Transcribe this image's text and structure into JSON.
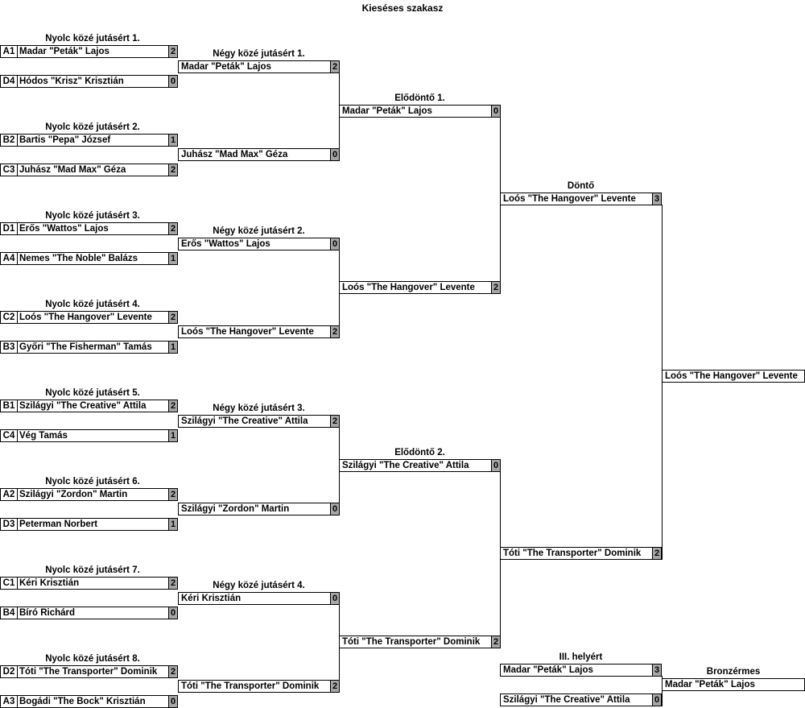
{
  "title": "Kieséses szakasz",
  "rounds": {
    "r16": [
      {
        "title": "Nyolc közé jutásért 1.",
        "a": {
          "seed": "A1",
          "name": "Madar \"Peták\" Lajos",
          "score": "2"
        },
        "b": {
          "seed": "D4",
          "name": "Hódos \"Krisz\" Krisztián",
          "score": "0"
        }
      },
      {
        "title": "Nyolc közé jutásért 2.",
        "a": {
          "seed": "B2",
          "name": "Bartis \"Pepa\" József",
          "score": "1"
        },
        "b": {
          "seed": "C3",
          "name": "Juhász \"Mad Max\" Géza",
          "score": "2"
        }
      },
      {
        "title": "Nyolc közé jutásért 3.",
        "a": {
          "seed": "D1",
          "name": "Erős \"Wattos\" Lajos",
          "score": "2"
        },
        "b": {
          "seed": "A4",
          "name": "Nemes \"The Noble\" Balázs",
          "score": "1"
        }
      },
      {
        "title": "Nyolc közé jutásért 4.",
        "a": {
          "seed": "C2",
          "name": "Loós \"The Hangover\" Levente",
          "score": "2"
        },
        "b": {
          "seed": "B3",
          "name": "Győri \"The Fisherman\" Tamás",
          "score": "1"
        }
      },
      {
        "title": "Nyolc közé jutásért 5.",
        "a": {
          "seed": "B1",
          "name": "Szilágyi \"The Creative\" Attila",
          "score": "2"
        },
        "b": {
          "seed": "C4",
          "name": "Vég Tamás",
          "score": "1"
        }
      },
      {
        "title": "Nyolc közé jutásért 6.",
        "a": {
          "seed": "A2",
          "name": "Szilágyi \"Zordon\" Martin",
          "score": "2"
        },
        "b": {
          "seed": "D3",
          "name": "Peterman Norbert",
          "score": "1"
        }
      },
      {
        "title": "Nyolc közé jutásért 7.",
        "a": {
          "seed": "C1",
          "name": "Kéri Krisztián",
          "score": "2"
        },
        "b": {
          "seed": "B4",
          "name": "Bíró Richárd",
          "score": "0"
        }
      },
      {
        "title": "Nyolc közé jutásért 8.",
        "a": {
          "seed": "D2",
          "name": "Tóti \"The Transporter\" Dominik",
          "score": "2"
        },
        "b": {
          "seed": "A3",
          "name": "Bogádi \"The Bock\" Krisztián",
          "score": "0"
        }
      }
    ],
    "qf": [
      {
        "title": "Négy közé jutásért 1.",
        "a": {
          "name": "Madar \"Peták\" Lajos",
          "score": "2"
        },
        "b": {
          "name": "Juhász \"Mad Max\" Géza",
          "score": "0"
        }
      },
      {
        "title": "Négy közé jutásért 2.",
        "a": {
          "name": "Erős \"Wattos\" Lajos",
          "score": "0"
        },
        "b": {
          "name": "Loós \"The Hangover\" Levente",
          "score": "2"
        }
      },
      {
        "title": "Négy közé jutásért 3.",
        "a": {
          "name": "Szilágyi \"The Creative\" Attila",
          "score": "2"
        },
        "b": {
          "name": "Szilágyi \"Zordon\" Martin",
          "score": "0"
        }
      },
      {
        "title": "Négy közé jutásért 4.",
        "a": {
          "name": "Kéri Krisztián",
          "score": "0"
        },
        "b": {
          "name": "Tóti \"The Transporter\" Dominik",
          "score": "2"
        }
      }
    ],
    "sf": [
      {
        "title": "Elődöntő 1.",
        "a": {
          "name": "Madar \"Peták\" Lajos",
          "score": "0"
        },
        "b": {
          "name": "Loós \"The Hangover\" Levente",
          "score": "2"
        }
      },
      {
        "title": "Elődöntő 2.",
        "a": {
          "name": "Szilágyi \"The Creative\" Attila",
          "score": "0"
        },
        "b": {
          "name": "Tóti \"The Transporter\" Dominik",
          "score": "2"
        }
      }
    ],
    "final": {
      "title": "Döntő",
      "a": {
        "name": "Loós \"The Hangover\" Levente",
        "score": "3"
      },
      "b": {
        "name": "Tóti \"The Transporter\" Dominik",
        "score": "2"
      }
    },
    "champion": {
      "name": "Loós \"The Hangover\" Levente"
    },
    "third": {
      "title": "III. helyért",
      "a": {
        "name": "Madar \"Peták\" Lajos",
        "score": "3"
      },
      "b": {
        "name": "Szilágyi \"The Creative\" Attila",
        "score": "0"
      }
    },
    "bronze": {
      "title": "Bronzérmes",
      "name": "Madar \"Peták\" Lajos"
    }
  }
}
